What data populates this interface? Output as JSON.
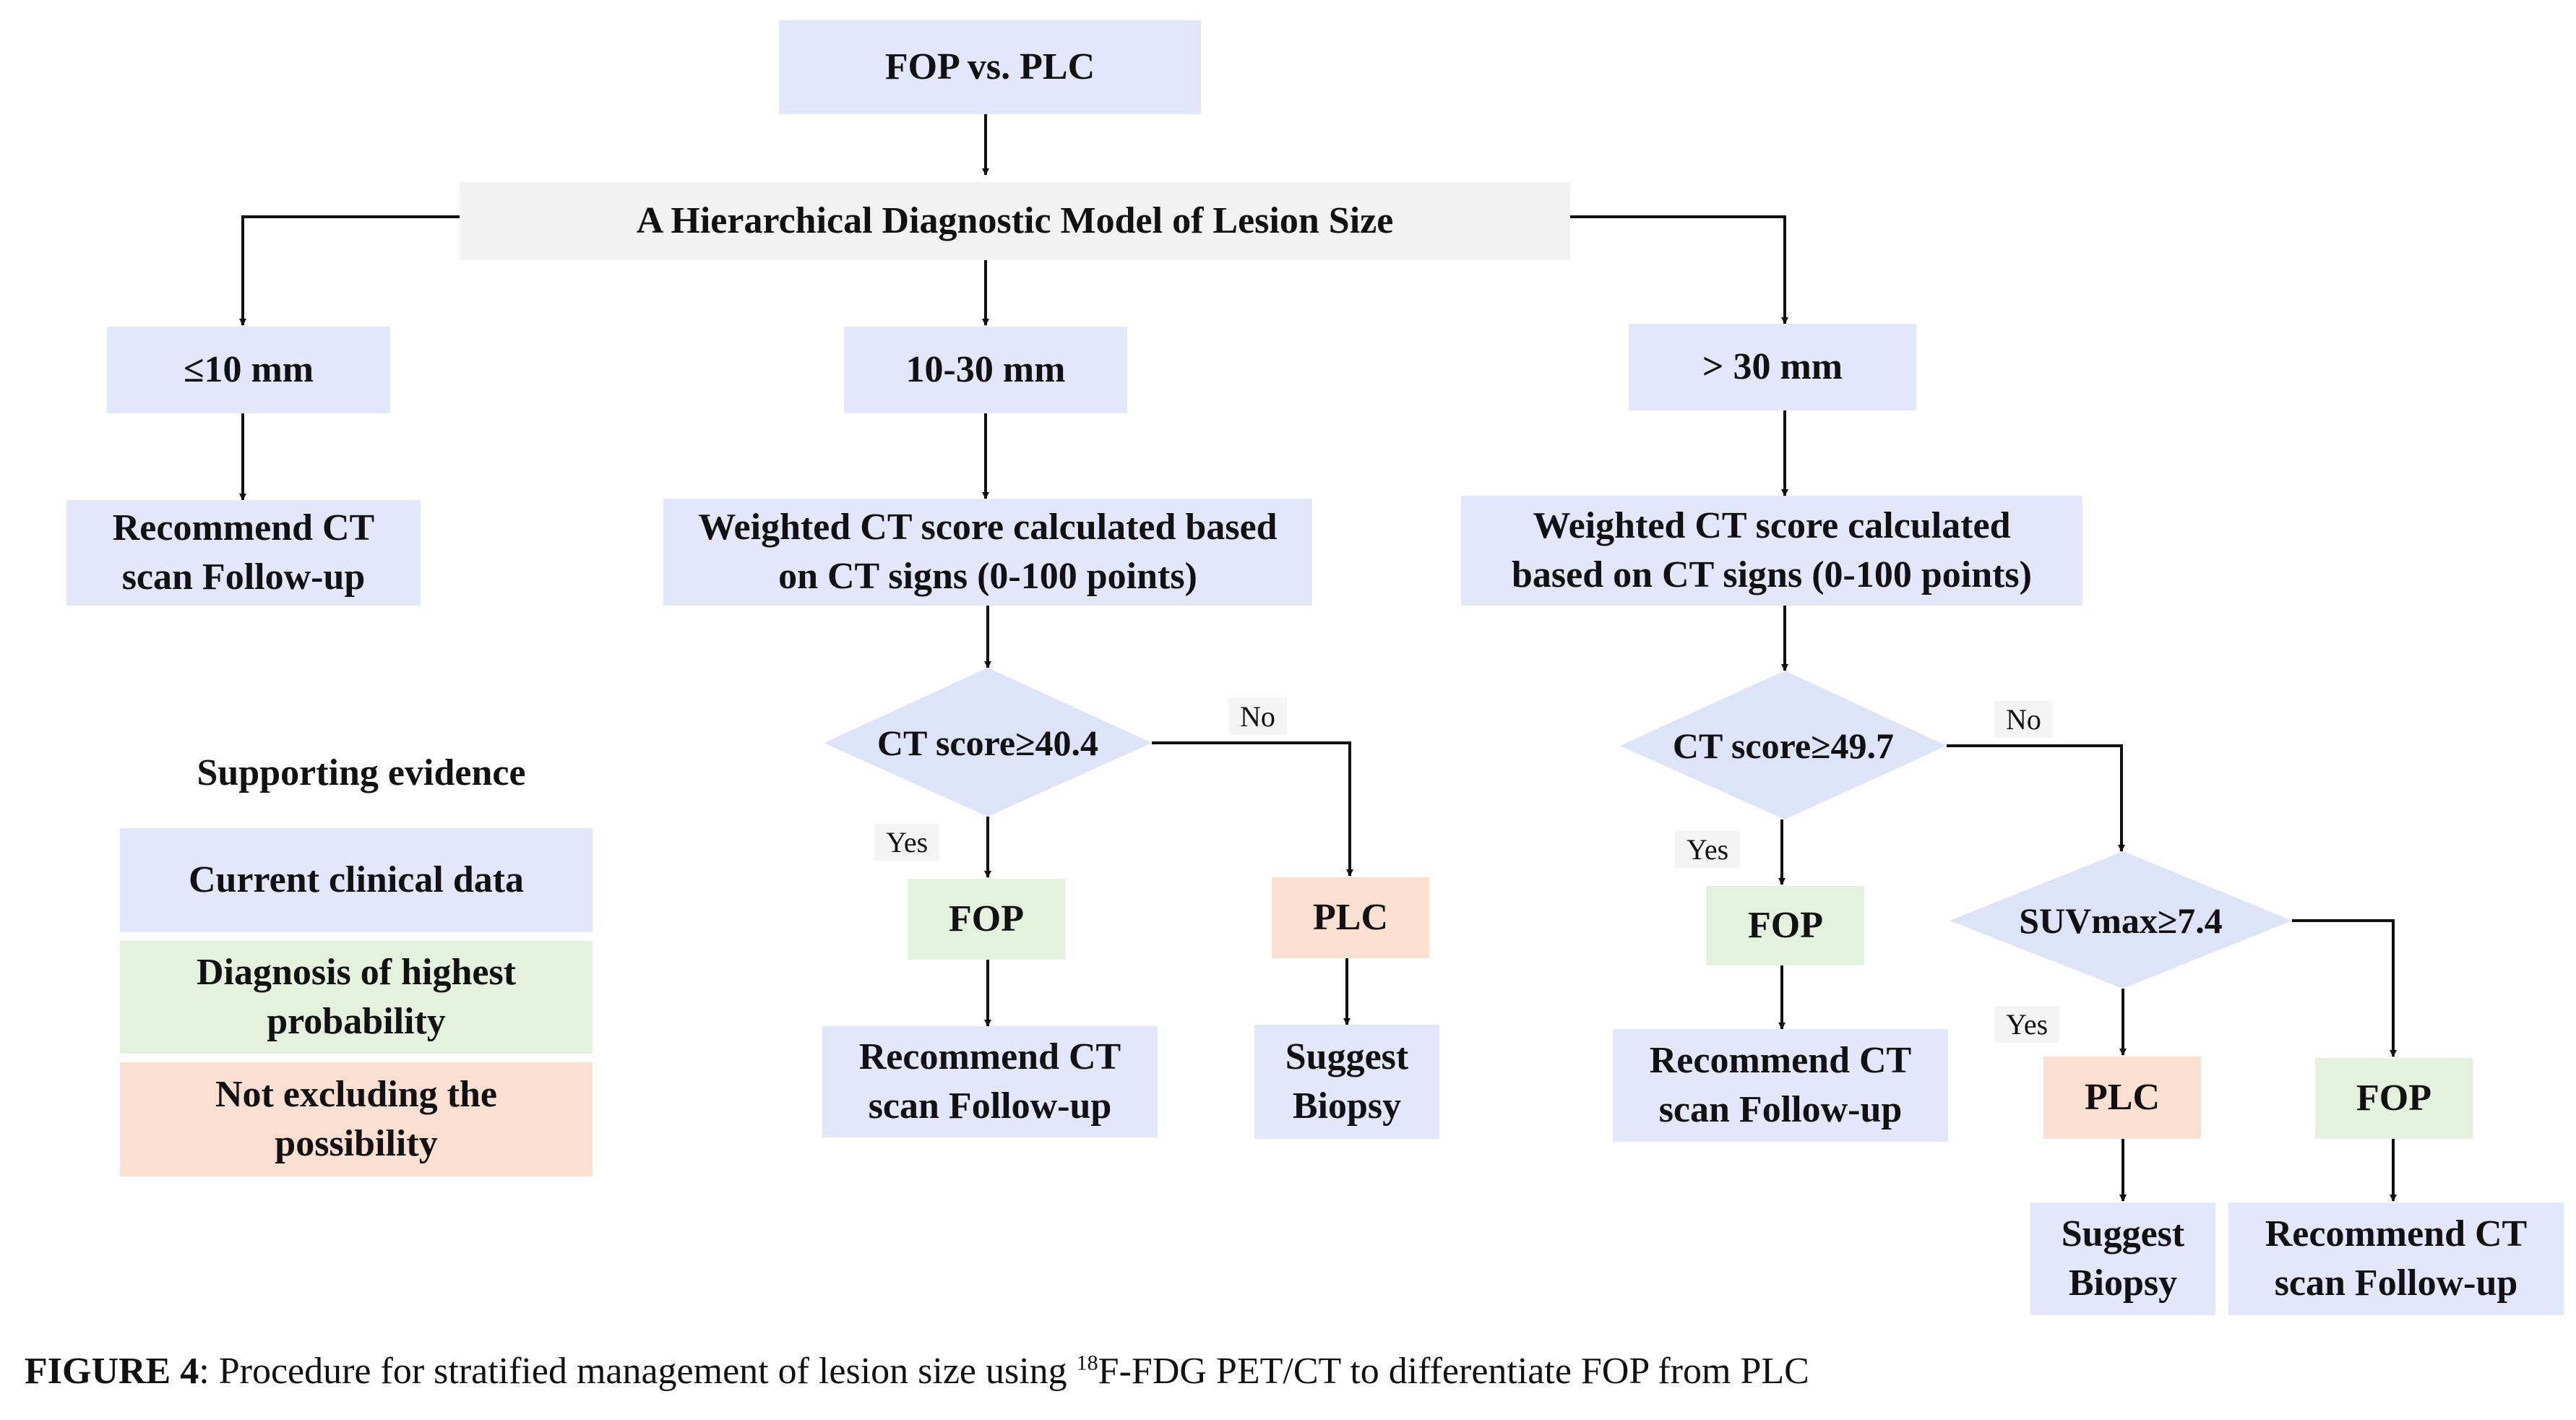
{
  "title": "FOP vs. PLC",
  "model": "A Hierarchical Diagnostic Model of Lesion Size",
  "sizes": {
    "small": "≤10 mm",
    "medium": "10-30 mm",
    "large": "> 30 mm"
  },
  "small_branch": {
    "action": "Recommend CT scan Follow-up"
  },
  "medium_branch": {
    "score": "Weighted CT score calculated based on CT signs (0-100 points)",
    "threshold": "CT score≥40.4",
    "yes_label": "Yes",
    "no_label": "No",
    "yes_result": "FOP",
    "no_result": "PLC",
    "yes_action": "Recommend CT scan Follow-up",
    "no_action": "Suggest Biopsy"
  },
  "large_branch": {
    "score": "Weighted CT score calculated based on CT signs (0-100 points)",
    "threshold": "CT score≥49.7",
    "yes_label": "Yes",
    "no_label": "No",
    "yes_result": "FOP",
    "yes_action": "Recommend CT scan Follow-up",
    "suv_threshold": "SUVmax≥7.4",
    "suv_yes_label": "Yes",
    "suv_yes_result": "PLC",
    "suv_no_result": "FOP",
    "suv_yes_action": "Suggest Biopsy",
    "suv_no_action": "Recommend CT scan Follow-up"
  },
  "legend": {
    "title": "Supporting evidence",
    "items": [
      {
        "label": "Current clinical data",
        "color": "#e2e7fb"
      },
      {
        "label": "Diagnosis of highest probability",
        "color": "#e4f1dc"
      },
      {
        "label": "Not excluding the possibility",
        "color": "#fbe0d1"
      }
    ]
  },
  "caption": {
    "label": "FIGURE 4",
    "sep": ": ",
    "text_before": "Procedure for stratified management of lesion size using ",
    "superscript": "18",
    "text_after": "F-FDG PET/CT to differentiate FOP from PLC"
  },
  "colors": {
    "data_blue": "#e2e7fb",
    "model_grey": "#f2f2f2",
    "highest_green": "#e4f1dc",
    "possible_orange": "#fbe0d1",
    "diamond_blue": "#dde3f8"
  }
}
